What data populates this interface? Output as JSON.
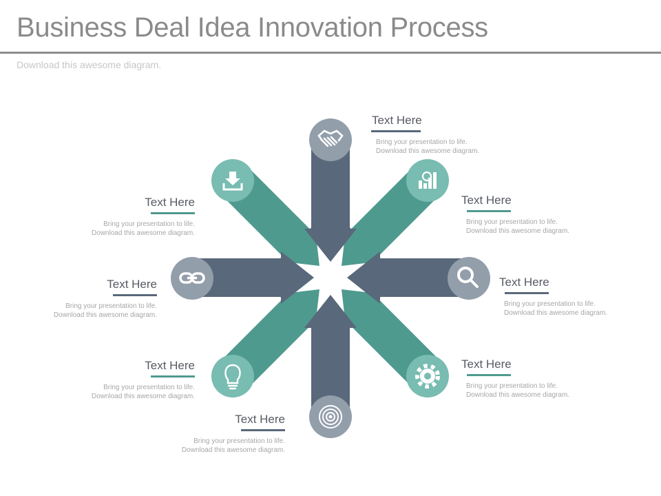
{
  "title": "Business Deal Idea Innovation Process",
  "subtitle": "Download this awesome diagram.",
  "colors": {
    "slate": "#59687a",
    "teal": "#4f9a8e",
    "slate_circle": "#939eab",
    "teal_circle": "#79bcb1",
    "rule_slate": "#59687a",
    "rule_teal": "#4f9a8e"
  },
  "steps": [
    {
      "id": "top",
      "heading": "Text Here",
      "body_line1": "Bring your presentation to life.",
      "body_line2": "Download this awesome diagram.",
      "icon": "handshake-icon",
      "color": "slate"
    },
    {
      "id": "top-right",
      "heading": "Text Here",
      "body_line1": "Bring your presentation to life.",
      "body_line2": "Download this awesome diagram.",
      "icon": "chart-icon",
      "color": "teal"
    },
    {
      "id": "right",
      "heading": "Text Here",
      "body_line1": "Bring your presentation to life.",
      "body_line2": "Download this awesome diagram.",
      "icon": "magnifier-icon",
      "color": "slate"
    },
    {
      "id": "bottom-right",
      "heading": "Text Here",
      "body_line1": "Bring your presentation to life.",
      "body_line2": "Download this awesome diagram.",
      "icon": "gear-icon",
      "color": "teal"
    },
    {
      "id": "bottom",
      "heading": "Text Here",
      "body_line1": "Bring your presentation to life.",
      "body_line2": "Download this awesome diagram.",
      "icon": "target-icon",
      "color": "slate"
    },
    {
      "id": "bottom-left",
      "heading": "Text Here",
      "body_line1": "Bring your presentation to life.",
      "body_line2": "Download this awesome diagram.",
      "icon": "lightbulb-icon",
      "color": "teal"
    },
    {
      "id": "left",
      "heading": "Text Here",
      "body_line1": "Bring your presentation to life.",
      "body_line2": "Download this awesome diagram.",
      "icon": "link-icon",
      "color": "slate"
    },
    {
      "id": "top-left",
      "heading": "Text Here",
      "body_line1": "Bring your presentation to life.",
      "body_line2": "Download this awesome diagram.",
      "icon": "download-icon",
      "color": "teal"
    }
  ]
}
